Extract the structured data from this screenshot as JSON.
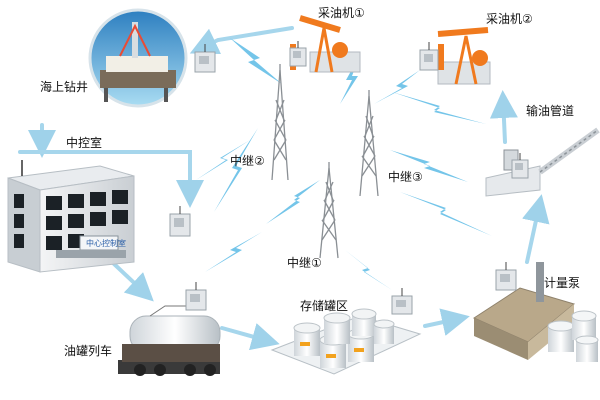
{
  "labels": {
    "offshore_platform": "海上钻井",
    "pump_jack_1": "采油机①",
    "pump_jack_2": "采油机②",
    "pipeline": "输油管道",
    "control_room": "中控室",
    "relay_1": "中继①",
    "relay_2": "中继②",
    "relay_3": "中继③",
    "storage_area": "存储罐区",
    "metering_pump": "计量泵",
    "tank_train": "油罐列车",
    "building_sign": "中心控制室"
  },
  "colors": {
    "link_arrow": "#9fd2ea",
    "lightning": "#4fb3e0",
    "tower": "#8a8f94",
    "pump_orange": "#f07a1e",
    "panel": "#e4e7ea"
  },
  "icons": [
    "wireless-terminal-icon",
    "lightning-link-icon",
    "relay-tower-icon",
    "pump-jack-icon"
  ]
}
